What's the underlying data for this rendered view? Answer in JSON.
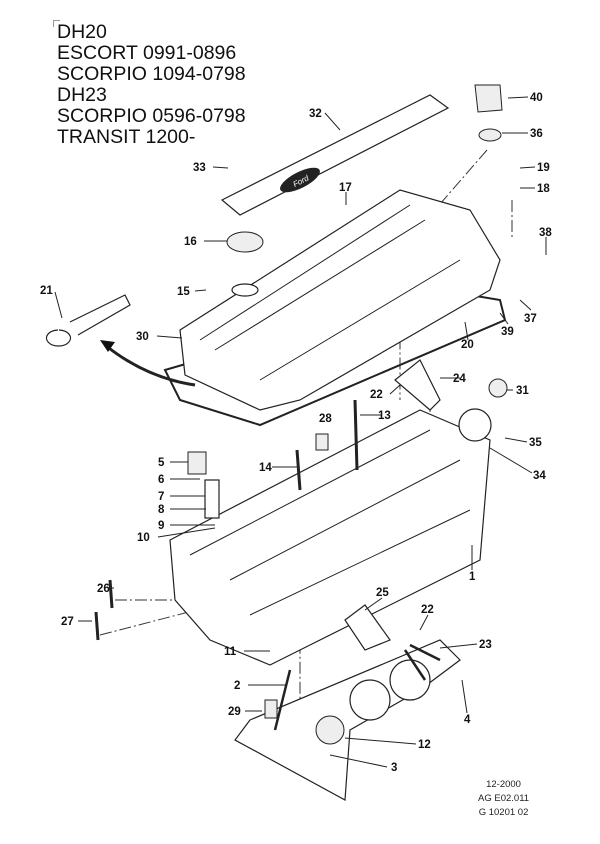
{
  "header": {
    "lines": [
      "DH20",
      "ESCORT 0991-0896",
      "SCORPIO 1094-0798",
      "DH23",
      "SCORPIO 0596-0798",
      "TRANSIT 1200-"
    ]
  },
  "footer": {
    "date": "12-2000",
    "ref1": "AG E02.011",
    "ref2": "G 10201 02"
  },
  "logo_text": "Ford",
  "callouts": {
    "c32": "32",
    "c40": "40",
    "c36": "36",
    "c33": "33",
    "c19": "19",
    "c18": "18",
    "c17": "17",
    "c16": "16",
    "c38": "38",
    "c15": "15",
    "c21": "21",
    "c37": "37",
    "c39": "39",
    "c30": "30",
    "c20": "20",
    "c24": "24",
    "c22a": "22",
    "c31": "31",
    "c28": "28",
    "c13": "13",
    "c35": "35",
    "c5": "5",
    "c14": "14",
    "c34": "34",
    "c6": "6",
    "c7": "7",
    "c8": "8",
    "c9": "9",
    "c10": "10",
    "c1": "1",
    "c26": "26",
    "c25": "25",
    "c22b": "22",
    "c27": "27",
    "c23": "23",
    "c11": "11",
    "c2": "2",
    "c4": "4",
    "c29": "29",
    "c12": "12",
    "c3": "3"
  }
}
